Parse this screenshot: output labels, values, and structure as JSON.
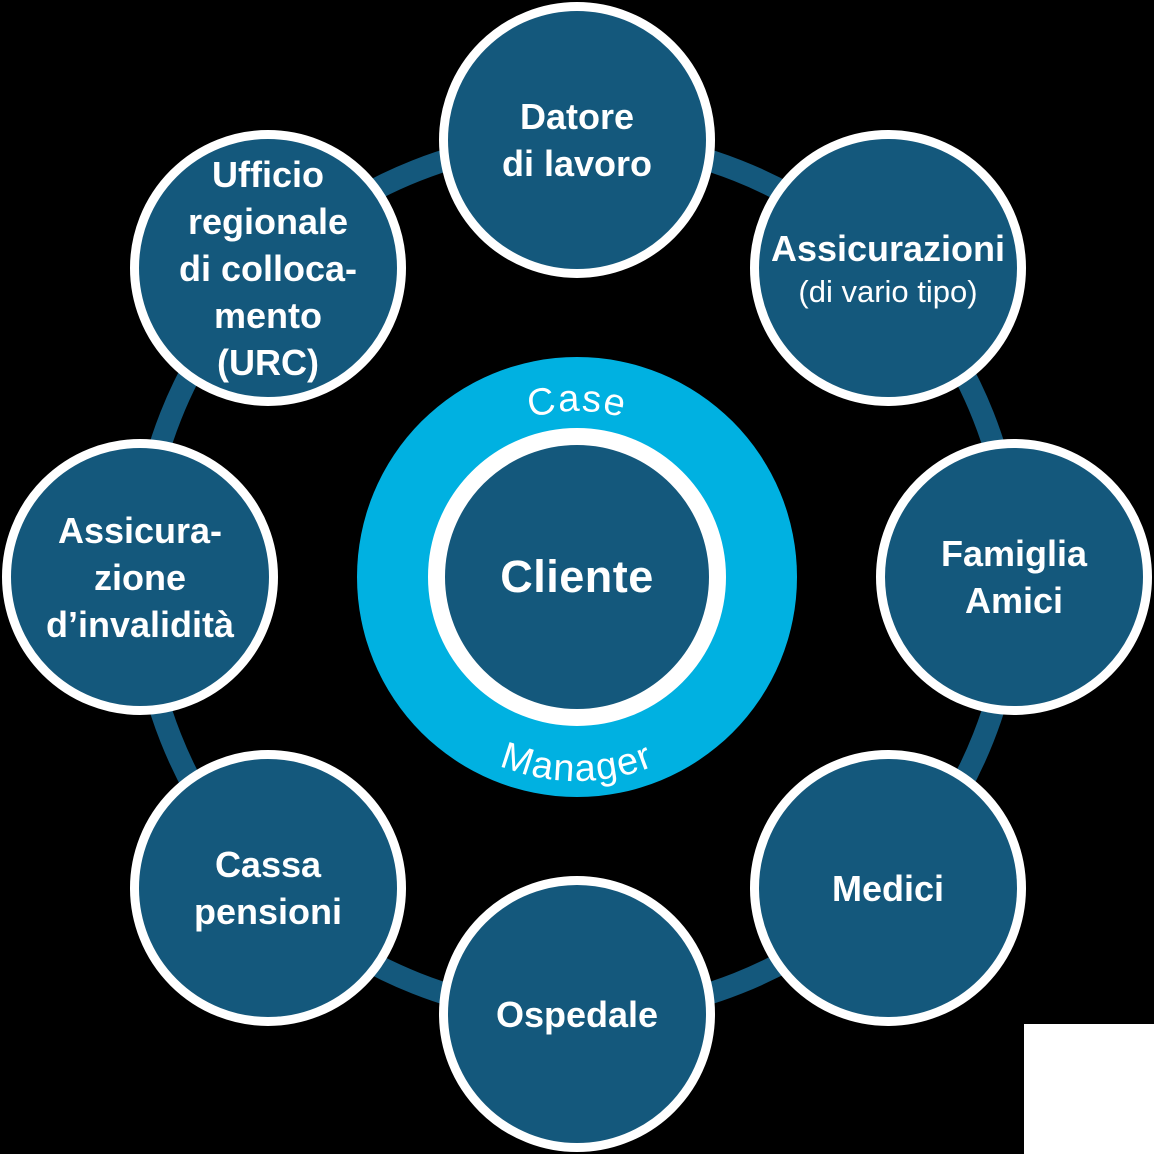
{
  "diagram": {
    "hub": {
      "top_label": "Case",
      "center_label": "Cliente",
      "bottom_label": "Manager"
    },
    "nodes": [
      {
        "id": "datore-di-lavoro",
        "label": "Datore\ndi lavoro"
      },
      {
        "id": "assicurazioni",
        "label": "Assicurazioni",
        "sublabel": "(di vario tipo)"
      },
      {
        "id": "famiglia-amici",
        "label": "Famiglia\nAmici"
      },
      {
        "id": "medici",
        "label": "Medici"
      },
      {
        "id": "ospedale",
        "label": "Ospedale"
      },
      {
        "id": "cassa-pensioni",
        "label": "Cassa\npensioni"
      },
      {
        "id": "assicurazione-invalidita",
        "label": "Assicura-\nzione\nd’invalidità"
      },
      {
        "id": "ufficio-regionale-urc",
        "label": "Ufficio\nregionale\ndi colloca-\nmento\n(URC)"
      }
    ],
    "colors": {
      "node_fill": "#14587C",
      "hub_fill": "#00B1E1",
      "text": "#FFFFFF",
      "background": "#000000",
      "corner_block": "#FFFFFF"
    }
  }
}
